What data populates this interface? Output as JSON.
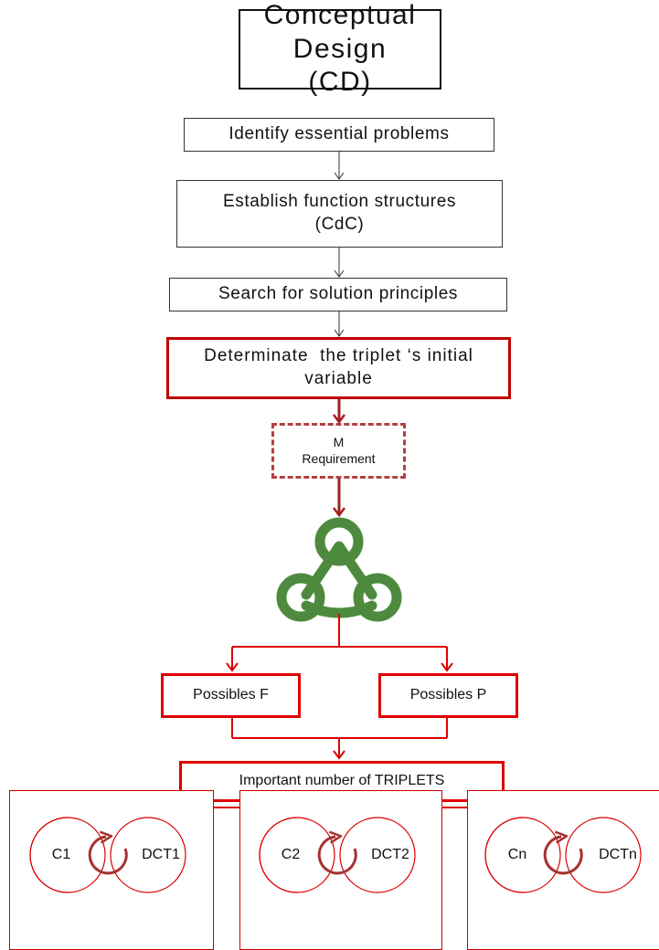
{
  "title": "Conceptual Design (CD)",
  "steps": [
    {
      "label": "Identify essential problems"
    },
    {
      "label": "Establish function structures (CdC)"
    },
    {
      "label": "Search for solution principles"
    }
  ],
  "determine_box": {
    "label": "Determinate  the triplet ‘s initial variable"
  },
  "requirement_box": {
    "label": "M Requirement"
  },
  "possibles_f": {
    "label": "Possibles F"
  },
  "possibles_p": {
    "label": "Possibles P"
  },
  "triplets_box": {
    "label": "Important number of TRIPLETS"
  },
  "cycles": [
    {
      "left": "C1",
      "right": "DCT1"
    },
    {
      "left": "C2",
      "right": "DCT2"
    },
    {
      "left": "Cn",
      "right": "DCTn"
    }
  ],
  "colors": {
    "red": "#dd0000",
    "dark_red": "#c00000",
    "dashed_red": "#b34040",
    "cycle_arrow": "#a83232",
    "green_icon": "#4e8a3e",
    "black": "#111111"
  },
  "icon": "three-circles-triplet-icon"
}
